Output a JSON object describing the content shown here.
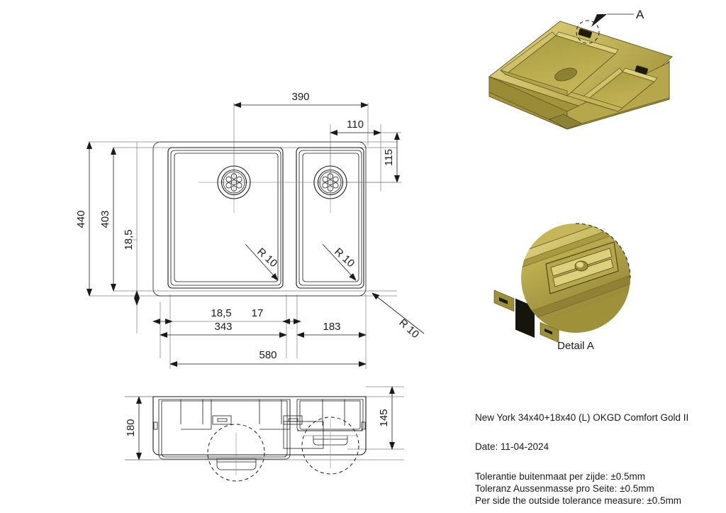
{
  "document": {
    "type": "technical-drawing",
    "title_block": {
      "product": "New York 34x40+18x40 (L) OKGD Comfort Gold II",
      "date_label": "Date: 11-04-2024",
      "tolerance_nl": "Tolerantie buitenmaat per zijde: ±0.5mm",
      "tolerance_de": "Toleranz Aussenmasse pro Seite: ±0.5mm",
      "tolerance_en": "Per side the outside tolerance measure: ±0.5mm"
    }
  },
  "views": {
    "top": {
      "name": "top-view",
      "dimensions": {
        "d390": "390",
        "d110": "110",
        "d115": "115",
        "d440": "440",
        "d403": "403",
        "d185_left": "18,5",
        "d185_bottom": "18,5",
        "d17": "17",
        "d343": "343",
        "d183": "183",
        "d580": "580",
        "r10_a": "R 10",
        "r10_b": "R 10",
        "r10_c": "R 10"
      }
    },
    "section": {
      "name": "front-section-view",
      "dimensions": {
        "d180": "180",
        "d145": "145"
      }
    },
    "iso": {
      "name": "isometric-view",
      "callout": "A"
    },
    "detail": {
      "name": "detail-view",
      "caption": "Detail A"
    }
  },
  "colors": {
    "line": "#1a1a1a",
    "extension": "#808080",
    "gold_light": "#d9cc72",
    "gold_mid": "#b8a94b",
    "gold_dark": "#8e8233",
    "gold_deep": "#6d6226",
    "black_panel": "#15150e",
    "background": "#ffffff"
  }
}
